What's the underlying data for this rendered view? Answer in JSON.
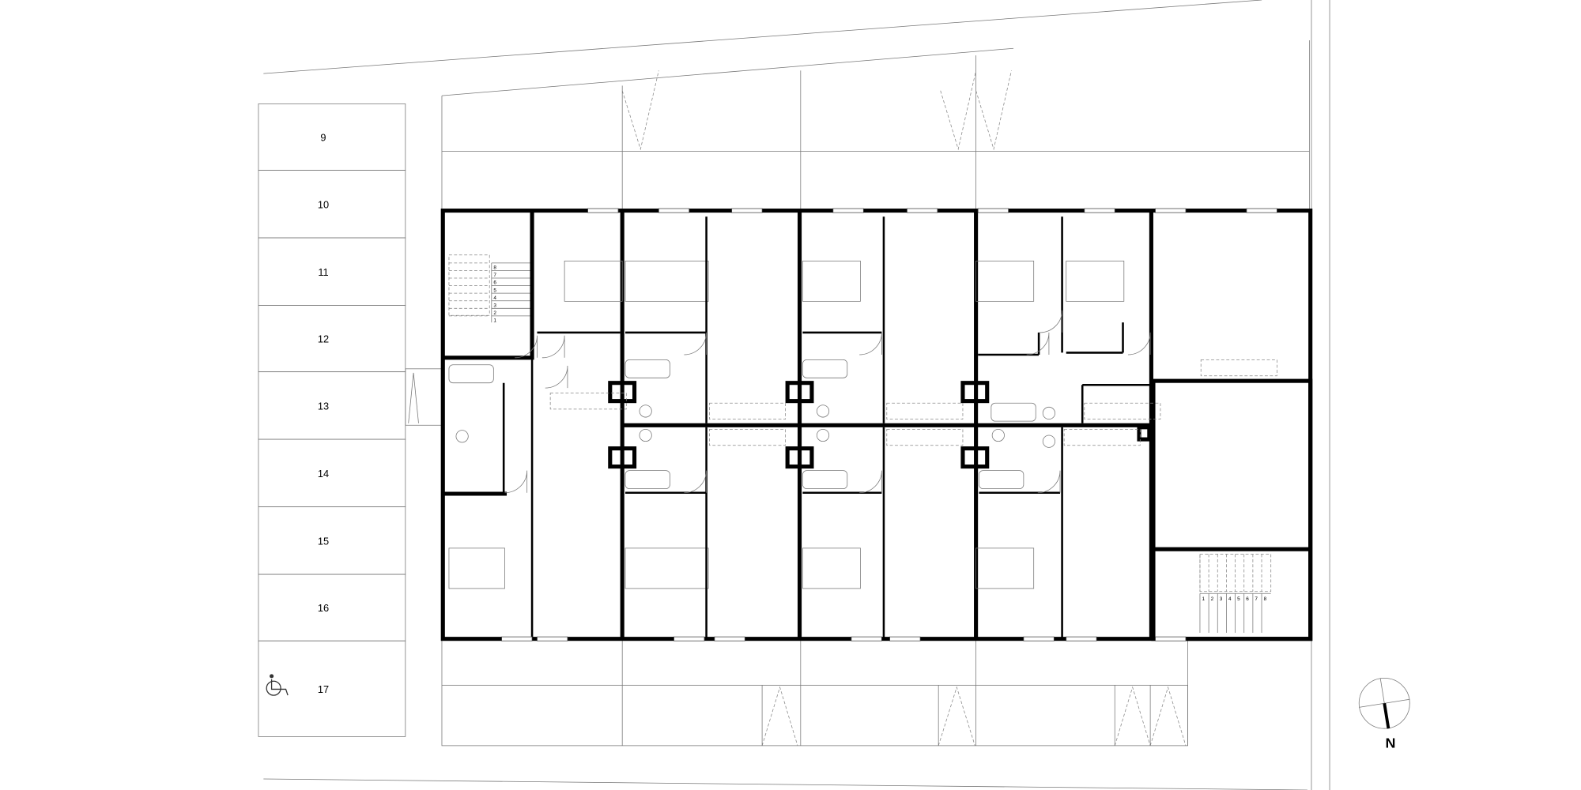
{
  "parking": {
    "spaces": [
      "9",
      "10",
      "11",
      "12",
      "13",
      "14",
      "15",
      "16",
      "17"
    ],
    "accessible_space_icon": "wheelchair-icon"
  },
  "stair_left": {
    "steps": [
      "8",
      "7",
      "6",
      "5",
      "4",
      "3",
      "2",
      "1"
    ]
  },
  "stair_right": {
    "steps": [
      "1",
      "2",
      "3",
      "4",
      "5",
      "6",
      "7",
      "8"
    ]
  },
  "north_arrow": {
    "label": "N"
  }
}
